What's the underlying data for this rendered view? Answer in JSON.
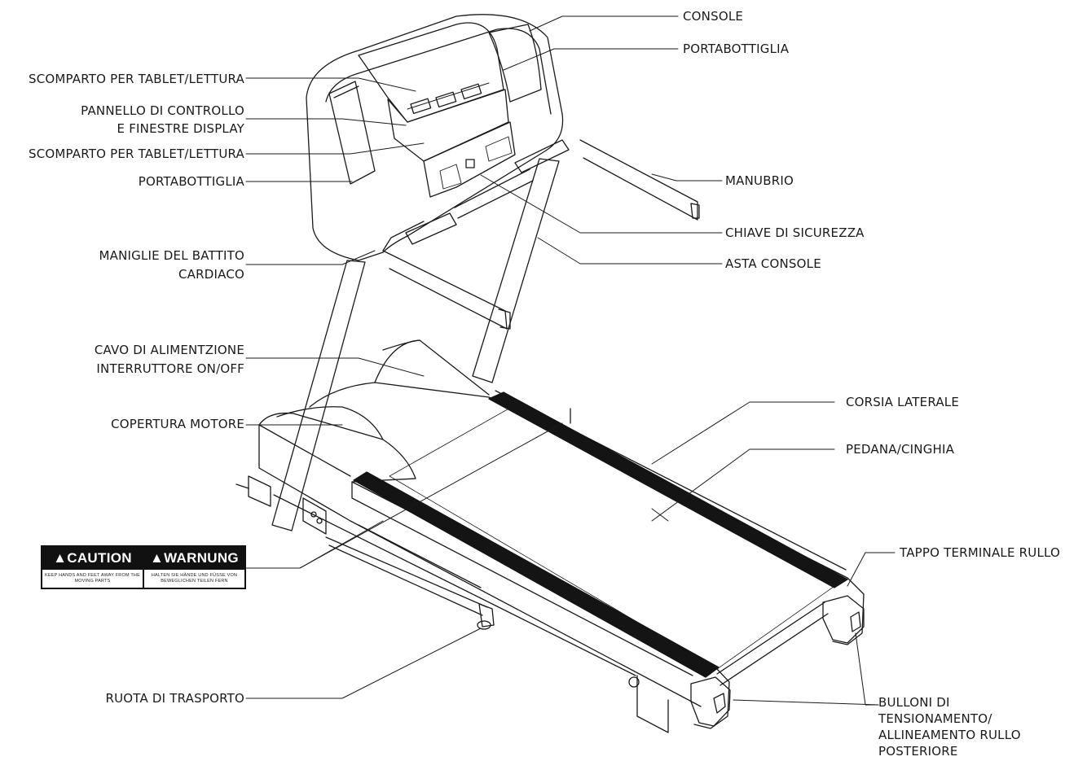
{
  "labels": {
    "console": "CONSOLE",
    "bottle_holder_top": "PORTABOTTIGLIA",
    "tablet_tray_top": "SCOMPARTO PER TABLET/LETTURA",
    "control_panel_line1": "PANNELLO DI CONTROLLO",
    "control_panel_line2": "E FINESTRE DISPLAY",
    "tablet_tray_bottom": "SCOMPARTO PER TABLET/LETTURA",
    "bottle_holder_left": "PORTABOTTIGLIA",
    "handlebar": "MANUBRIO",
    "safety_key": "CHIAVE DI SICUREZZA",
    "console_mast": "ASTA CONSOLE",
    "pulse_grips_line1": "MANIGLIE DEL BATTITO",
    "pulse_grips_line2": "CARDIACO",
    "power_line1": "CAVO DI ALIMENTZIONE",
    "power_line2": "INTERRUTTORE ON/OFF",
    "motor_cover": "COPERTURA MOTORE",
    "side_rail": "CORSIA LATERALE",
    "deck_belt": "PEDANA/CINGHIA",
    "roller_end_cap": "TAPPO TERMINALE RULLO",
    "tension_bolts_line1": "BULLONI DI",
    "tension_bolts_line2": "TENSIONAMENTO/",
    "tension_bolts_line3": "ALLINEAMENTO RULLO",
    "tension_bolts_line4": "POSTERIORE",
    "transport_wheel": "RUOTA DI TRASPORTO"
  },
  "sign": {
    "caution_title": "▲CAUTION",
    "caution_text": "KEEP HANDS AND FEET AWAY FROM THE MOVING PARTS",
    "warnung_title": "▲WARNUNG",
    "warnung_text": "HALTEN SIE HÄNDE UND FÜSSE VON BEWEGLICHEN TEILEN FERN"
  },
  "colors": {
    "line": "#1a1a1a",
    "tread_strip": "#141414",
    "background": "#ffffff"
  }
}
